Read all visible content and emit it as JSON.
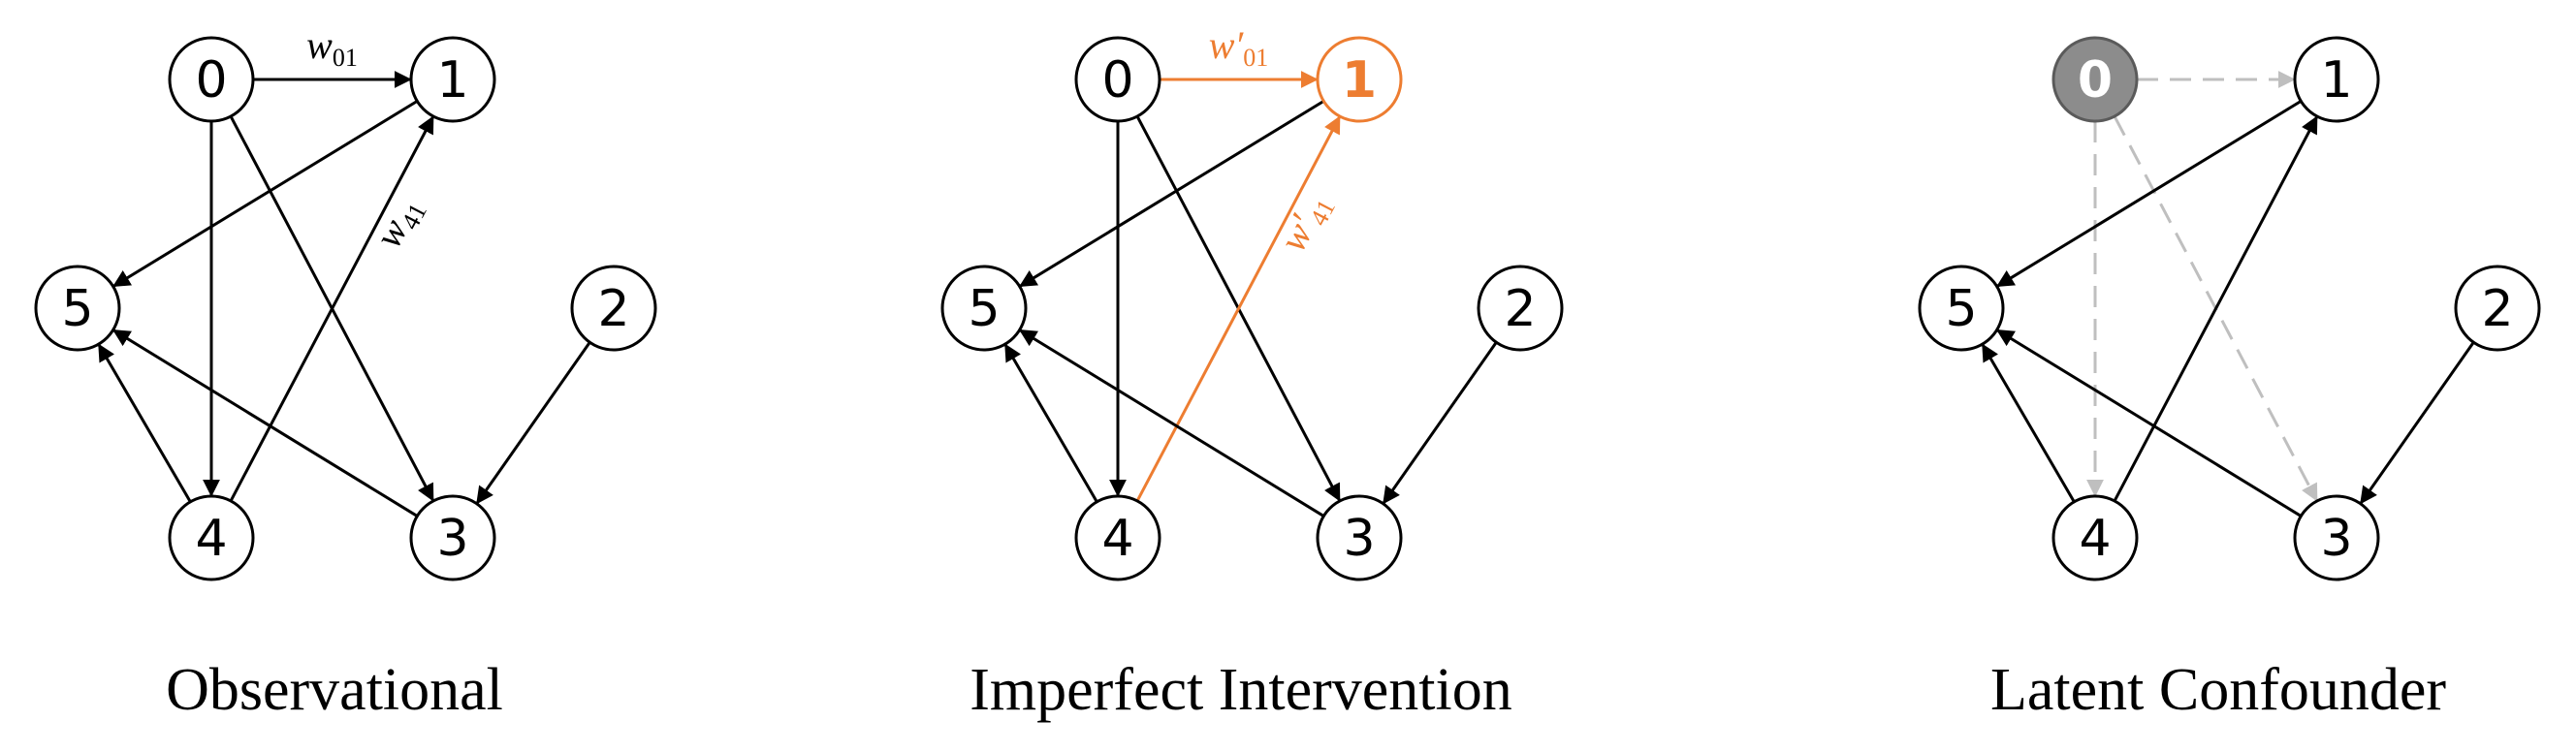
{
  "colors": {
    "default": "#000000",
    "intervention": "#ED7D31",
    "latent_fill": "#8C8C8C",
    "latent_edge": "#BFBFBF"
  },
  "panels": [
    {
      "id": "observational",
      "caption": "Observational",
      "nodes": [
        {
          "id": "0",
          "label": "0"
        },
        {
          "id": "1",
          "label": "1"
        },
        {
          "id": "2",
          "label": "2"
        },
        {
          "id": "3",
          "label": "3"
        },
        {
          "id": "4",
          "label": "4"
        },
        {
          "id": "5",
          "label": "5"
        }
      ],
      "edges": [
        {
          "from": "0",
          "to": "1",
          "label": "w",
          "sub": "01"
        },
        {
          "from": "0",
          "to": "4"
        },
        {
          "from": "0",
          "to": "3"
        },
        {
          "from": "1",
          "to": "5"
        },
        {
          "from": "4",
          "to": "1",
          "label": "w",
          "sub": "41"
        },
        {
          "from": "4",
          "to": "5"
        },
        {
          "from": "3",
          "to": "5"
        },
        {
          "from": "2",
          "to": "3"
        }
      ]
    },
    {
      "id": "imperfect-intervention",
      "caption": "Imperfect Intervention",
      "nodes": [
        {
          "id": "0",
          "label": "0"
        },
        {
          "id": "1",
          "label": "1",
          "style": "intervention"
        },
        {
          "id": "2",
          "label": "2"
        },
        {
          "id": "3",
          "label": "3"
        },
        {
          "id": "4",
          "label": "4"
        },
        {
          "id": "5",
          "label": "5"
        }
      ],
      "edges": [
        {
          "from": "0",
          "to": "1",
          "label": "w′",
          "sub": "01",
          "style": "intervention"
        },
        {
          "from": "0",
          "to": "4"
        },
        {
          "from": "0",
          "to": "3"
        },
        {
          "from": "1",
          "to": "5"
        },
        {
          "from": "4",
          "to": "1",
          "label": "w′",
          "sub": "41",
          "style": "intervention"
        },
        {
          "from": "4",
          "to": "5"
        },
        {
          "from": "3",
          "to": "5"
        },
        {
          "from": "2",
          "to": "3"
        }
      ]
    },
    {
      "id": "latent-confounder",
      "caption": "Latent Confounder",
      "nodes": [
        {
          "id": "0",
          "label": "0",
          "style": "latent"
        },
        {
          "id": "1",
          "label": "1"
        },
        {
          "id": "2",
          "label": "2"
        },
        {
          "id": "3",
          "label": "3"
        },
        {
          "id": "4",
          "label": "4"
        },
        {
          "id": "5",
          "label": "5"
        }
      ],
      "edges": [
        {
          "from": "0",
          "to": "1",
          "style": "latent"
        },
        {
          "from": "0",
          "to": "4",
          "style": "latent"
        },
        {
          "from": "0",
          "to": "3",
          "style": "latent"
        },
        {
          "from": "1",
          "to": "5"
        },
        {
          "from": "4",
          "to": "1"
        },
        {
          "from": "4",
          "to": "5"
        },
        {
          "from": "3",
          "to": "5"
        },
        {
          "from": "2",
          "to": "3"
        }
      ]
    }
  ]
}
